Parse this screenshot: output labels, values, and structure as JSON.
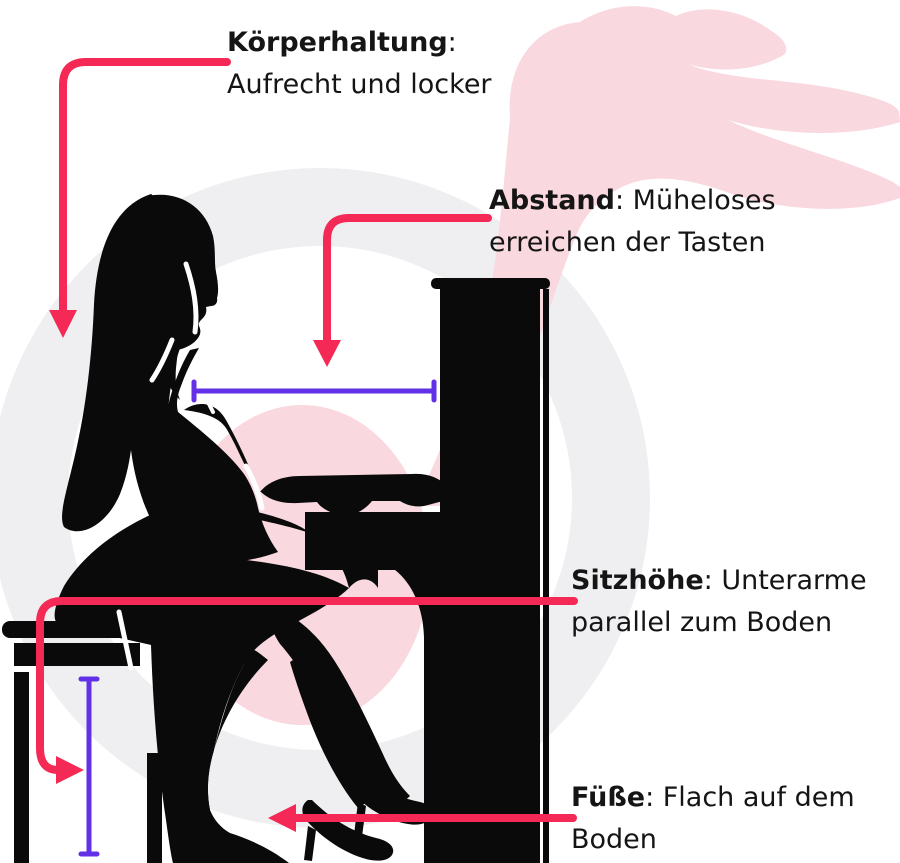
{
  "colors": {
    "accent_red": "#F42955",
    "accent_purple": "#6230E6",
    "pink": "#F9D8DF",
    "ring_gray": "#EFEFF1",
    "ink": "#151515",
    "silhouette_black": "#0A0A0A"
  },
  "annotations": [
    {
      "id": "koerperhaltung",
      "term": "Körperhaltung",
      "rest": ":",
      "line2": "Aufrecht und locker"
    },
    {
      "id": "abstand",
      "term": "Abstand",
      "rest": ": Müheloses",
      "line2": "erreichen der Tasten"
    },
    {
      "id": "sitzhoehe",
      "term": "Sitzhöhe",
      "rest": ": Unterarme",
      "line2": "parallel zum Boden"
    },
    {
      "id": "fuesse",
      "term": "Füße",
      "rest": ": Flach auf dem",
      "line2": "Boden"
    }
  ]
}
